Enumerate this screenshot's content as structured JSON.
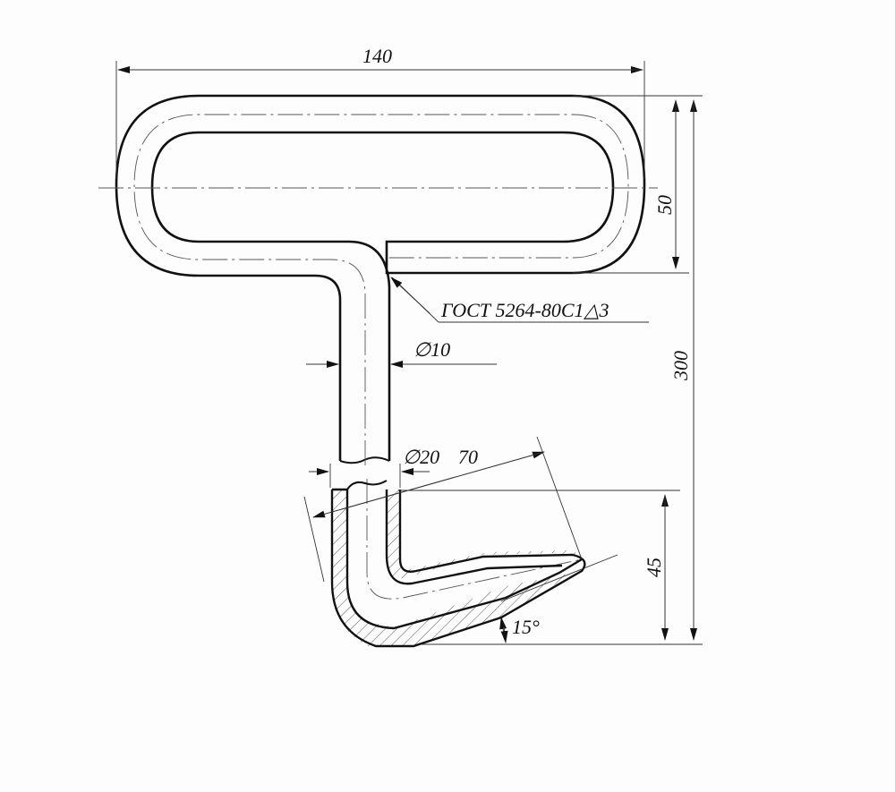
{
  "drawing": {
    "dimensions": {
      "overall_width": "140",
      "loop_height": "50",
      "overall_height": "300",
      "hook_height": "45",
      "rod_diameter": "∅10",
      "sleeve_diameter": "∅20",
      "hook_length": "70",
      "hook_angle": "15°"
    },
    "weld_note": "ГОСТ 5264-80С1△3"
  }
}
